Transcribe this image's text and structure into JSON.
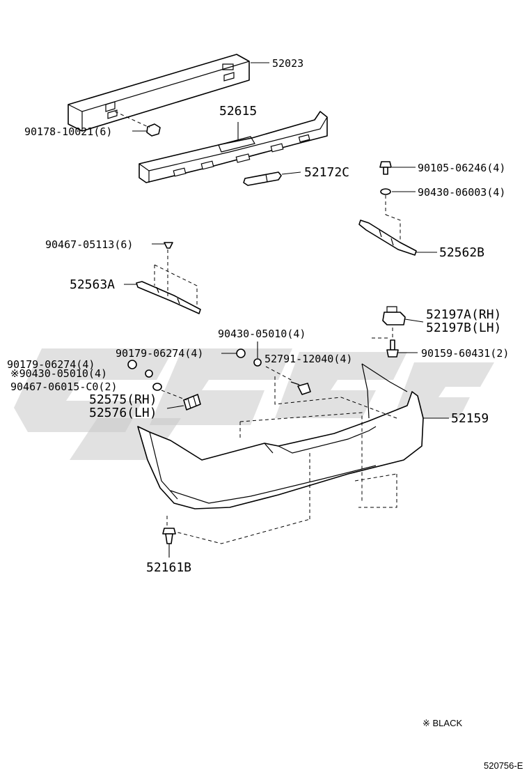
{
  "labels": {
    "p52023": "52023",
    "p90178": "90178-10021(6)",
    "p52615": "52615",
    "p52172c": "52172C",
    "p90105": "90105-06246(4)",
    "p90430a": "90430-06003(4)",
    "p90467a": "90467-05113(6)",
    "p52562b": "52562B",
    "p52563a": "52563A",
    "p52197a": "52197A(RH)",
    "p52197b": "52197B(LH)",
    "p90430b": "90430-05010(4)",
    "p90179a": "90179-06274(4)",
    "p90159": "90159-60431(2)",
    "p90179b": "90179-06274(4)",
    "p52791": "52791-12040(4)",
    "p90430c": "※90430-05010(4)",
    "p90467b": "90467-06015-C0(2)",
    "p52575": "52575(RH)",
    "p52576": "52576(LH)",
    "p52159": "52159",
    "p52161b": "52161B"
  },
  "note": "※ BLACK",
  "diagram_id": "520756-E",
  "watermark": "CPSC"
}
